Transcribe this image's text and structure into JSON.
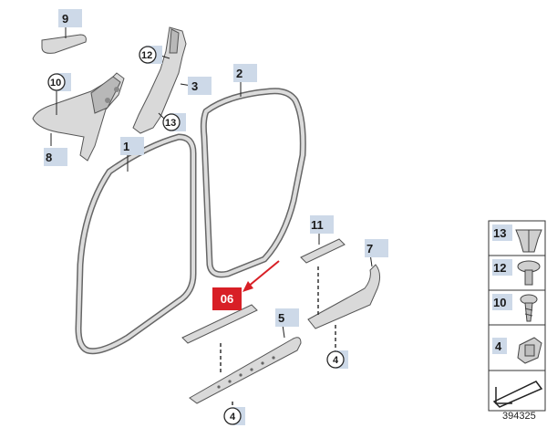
{
  "callouts": {
    "n1": "1",
    "n2": "2",
    "n3": "3",
    "n4a": "4",
    "n4b": "4",
    "n5": "5",
    "n7": "7",
    "n8": "8",
    "n9": "9",
    "n10": "10",
    "n11": "11",
    "n12": "12",
    "n13": "13"
  },
  "highlight": {
    "label": "06",
    "color": "#d81f26"
  },
  "legend": {
    "items": [
      {
        "number": "13",
        "part": "clip-icon"
      },
      {
        "number": "12",
        "part": "expanding-rivet-icon"
      },
      {
        "number": "10",
        "part": "screw-icon"
      },
      {
        "number": "4",
        "part": "clip-nut-icon"
      },
      {
        "number": "",
        "part": "arrow-right-icon"
      }
    ]
  },
  "reference_number": "394325",
  "colors": {
    "tag_background": "#cdd9e8",
    "highlight": "#d81f26",
    "leader_arrow": "#d81f26"
  }
}
